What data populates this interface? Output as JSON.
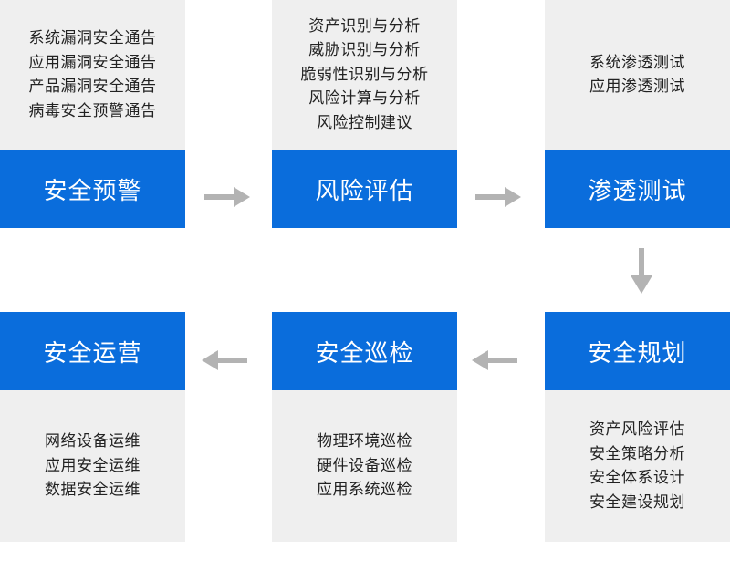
{
  "colors": {
    "accent": "#0a6ddc",
    "card_background": "#efefef",
    "arrow": "#b3b3b3"
  },
  "steps": [
    {
      "title": "安全预警",
      "items": [
        "系统漏洞安全通告",
        "应用漏洞安全通告",
        "产品漏洞安全通告",
        "病毒安全预警通告"
      ]
    },
    {
      "title": "风险评估",
      "items": [
        "资产识别与分析",
        "威胁识别与分析",
        "脆弱性识别与分析",
        "风险计算与分析",
        "风险控制建议"
      ]
    },
    {
      "title": "渗透测试",
      "items": [
        "系统渗透测试",
        "应用渗透测试"
      ]
    },
    {
      "title": "安全规划",
      "items": [
        "资产风险评估",
        "安全策略分析",
        "安全体系设计",
        "安全建设规划"
      ]
    },
    {
      "title": "安全巡检",
      "items": [
        "物理环境巡检",
        "硬件设备巡检",
        "应用系统巡检"
      ]
    },
    {
      "title": "安全运营",
      "items": [
        "网络设备运维",
        "应用安全运维",
        "数据安全运维"
      ]
    }
  ]
}
